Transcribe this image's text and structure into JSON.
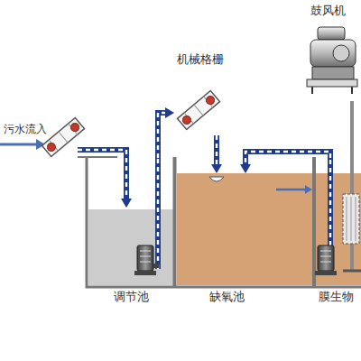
{
  "diagram": {
    "nodes": [
      {
        "text": [
          "机械格栅"
        ]
      },
      {
        "text": [
          "鼓风机"
        ]
      },
      {
        "text": [
          "调节池"
        ]
      },
      {
        "text": [
          "缺氧池"
        ]
      },
      {
        "text": [
          "膜生物"
        ]
      }
    ],
    "edges": [
      {
        "from": 2,
        "to": 0,
        "arrow": "to"
      },
      {
        "from": 0,
        "to": 3,
        "arrow": "to"
      },
      {
        "from": 4,
        "to": 3,
        "arrow": "to"
      },
      {
        "from": 3,
        "to": 4,
        "arrow": "to"
      },
      {
        "from": 1,
        "to": 4,
        "arrow": "none"
      }
    ],
    "labels": [
      "污水流入"
    ]
  }
}
